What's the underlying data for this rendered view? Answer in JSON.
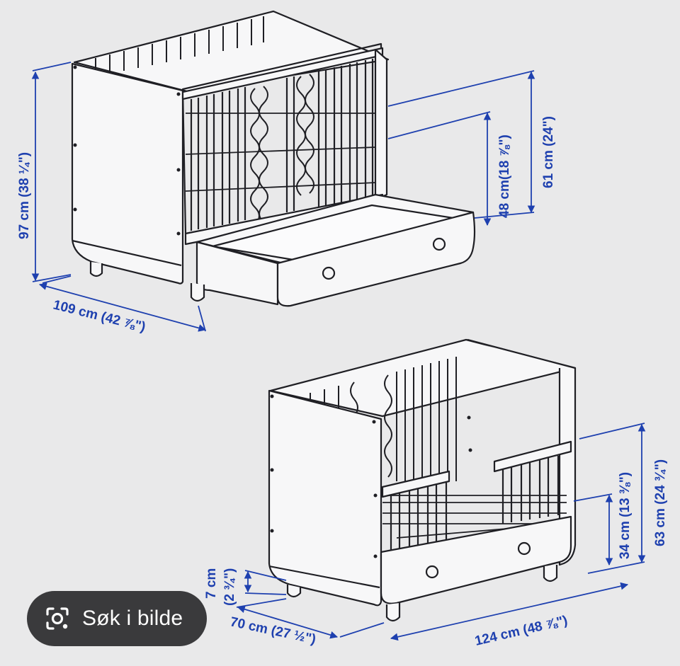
{
  "colors": {
    "background": "#e9e9ea",
    "line": "#1f1f24",
    "fill": "#f7f7f8",
    "dimension": "#1e40af",
    "chip": "#3a3a3c"
  },
  "top_crib": {
    "height_total": "97 cm (38 ¼\")",
    "width": "109 cm (42 ⅞\")",
    "side_height": "61 cm (24\")",
    "mattress_height": "48 cm(18 ⅞\")"
  },
  "bottom_crib": {
    "height_total": "63 cm (24 ¾\")",
    "rail_height": "34 cm (13 ⅜\")",
    "leg_height_cm": "7 cm",
    "leg_height_in": "(2 ¾\")",
    "depth": "70 cm (27 ½\")",
    "length": "124 cm (48 ⅞\")"
  },
  "lens_chip": {
    "label": "Søk i bilde",
    "icon": "lens-icon"
  }
}
